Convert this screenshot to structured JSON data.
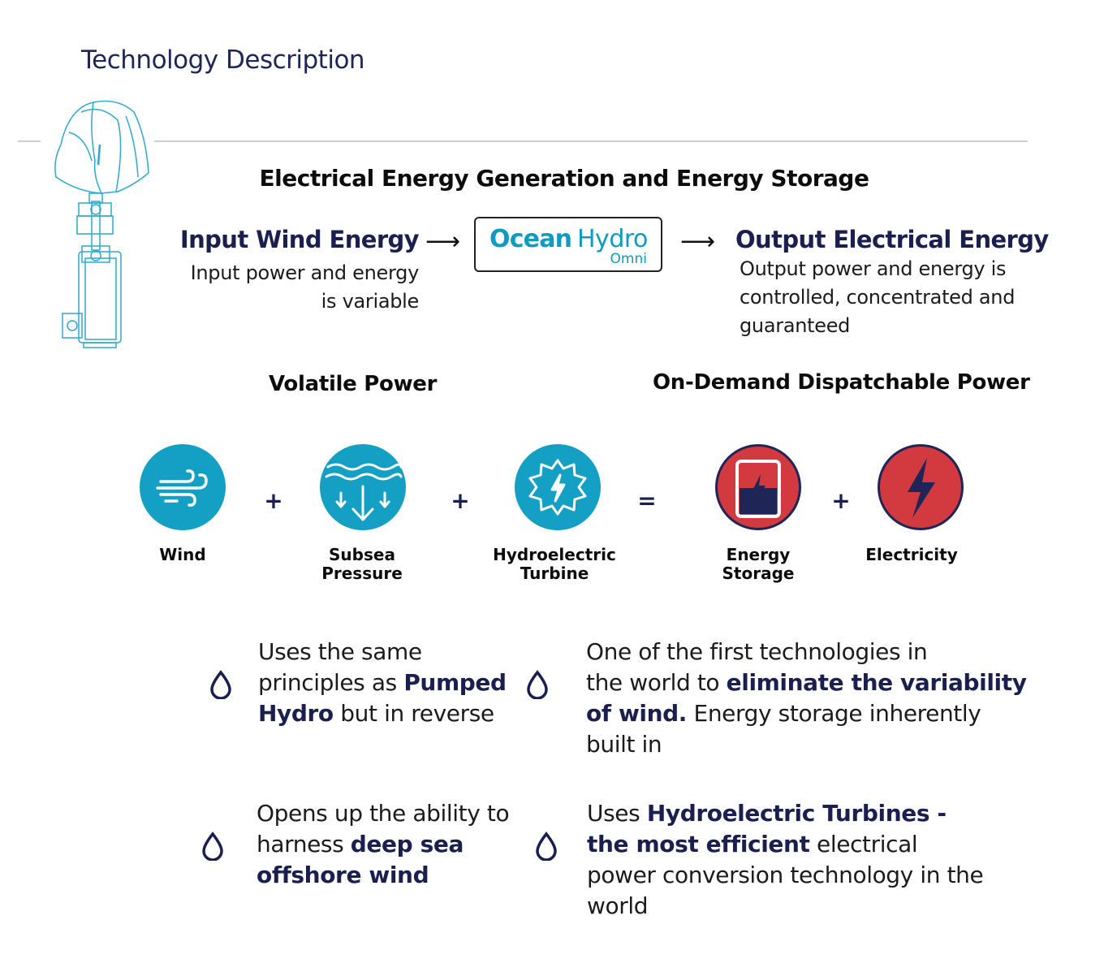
{
  "page": {
    "title": "Technology Description"
  },
  "heading": "Electrical Energy Generation and Energy Storage",
  "input": {
    "title": "Input Wind Energy",
    "lines": [
      "Input power and energy",
      "is variable"
    ]
  },
  "logo": {
    "ocean": "Ocean",
    "hydro": "Hydro",
    "omni": "Omni"
  },
  "output": {
    "title": "Output Electrical Energy",
    "lines": [
      "Output power and energy is",
      "controlled, concentrated and",
      "guaranteed"
    ]
  },
  "arrows": {
    "left": "⟶",
    "right": "⟶"
  },
  "sections": {
    "volatile": "Volatile Power",
    "dispatch": "On-Demand Dispatchable Power"
  },
  "equation": {
    "items": [
      {
        "label": "Wind",
        "icon": "wind-icon",
        "color": "#14a0c4"
      },
      {
        "label": "Subsea\nPressure",
        "icon": "subsea-pressure-icon",
        "color": "#14a0c4"
      },
      {
        "label": "Hydroelectric\nTurbine",
        "icon": "turbine-icon",
        "color": "#14a0c4"
      },
      {
        "label": "Energy\nStorage",
        "icon": "energy-storage-icon",
        "color": "#d23a40"
      },
      {
        "label": "Electricity",
        "icon": "lightning-icon",
        "color": "#d23a40"
      }
    ],
    "operators": [
      "+",
      "+",
      "=",
      "+"
    ]
  },
  "bullets": [
    {
      "parts": [
        "Uses the same\nprinciples as ",
        "Pumped\nHydro",
        " but in reverse"
      ]
    },
    {
      "parts": [
        "One of the first technologies in\nthe world to ",
        "eliminate the variability\nof wind.",
        " Energy storage inherently\nbuilt in"
      ]
    },
    {
      "parts": [
        "Opens up the ability to\nharness ",
        "deep sea\noffshore wind",
        ""
      ]
    },
    {
      "parts": [
        "Uses ",
        "Hydroelectric Turbines -\nthe most efficient",
        " electrical\npower conversion technology in the\nworld"
      ]
    }
  ],
  "colors": {
    "navy": "#1a1f4f",
    "teal": "#14a0c4",
    "red": "#d23a40"
  }
}
